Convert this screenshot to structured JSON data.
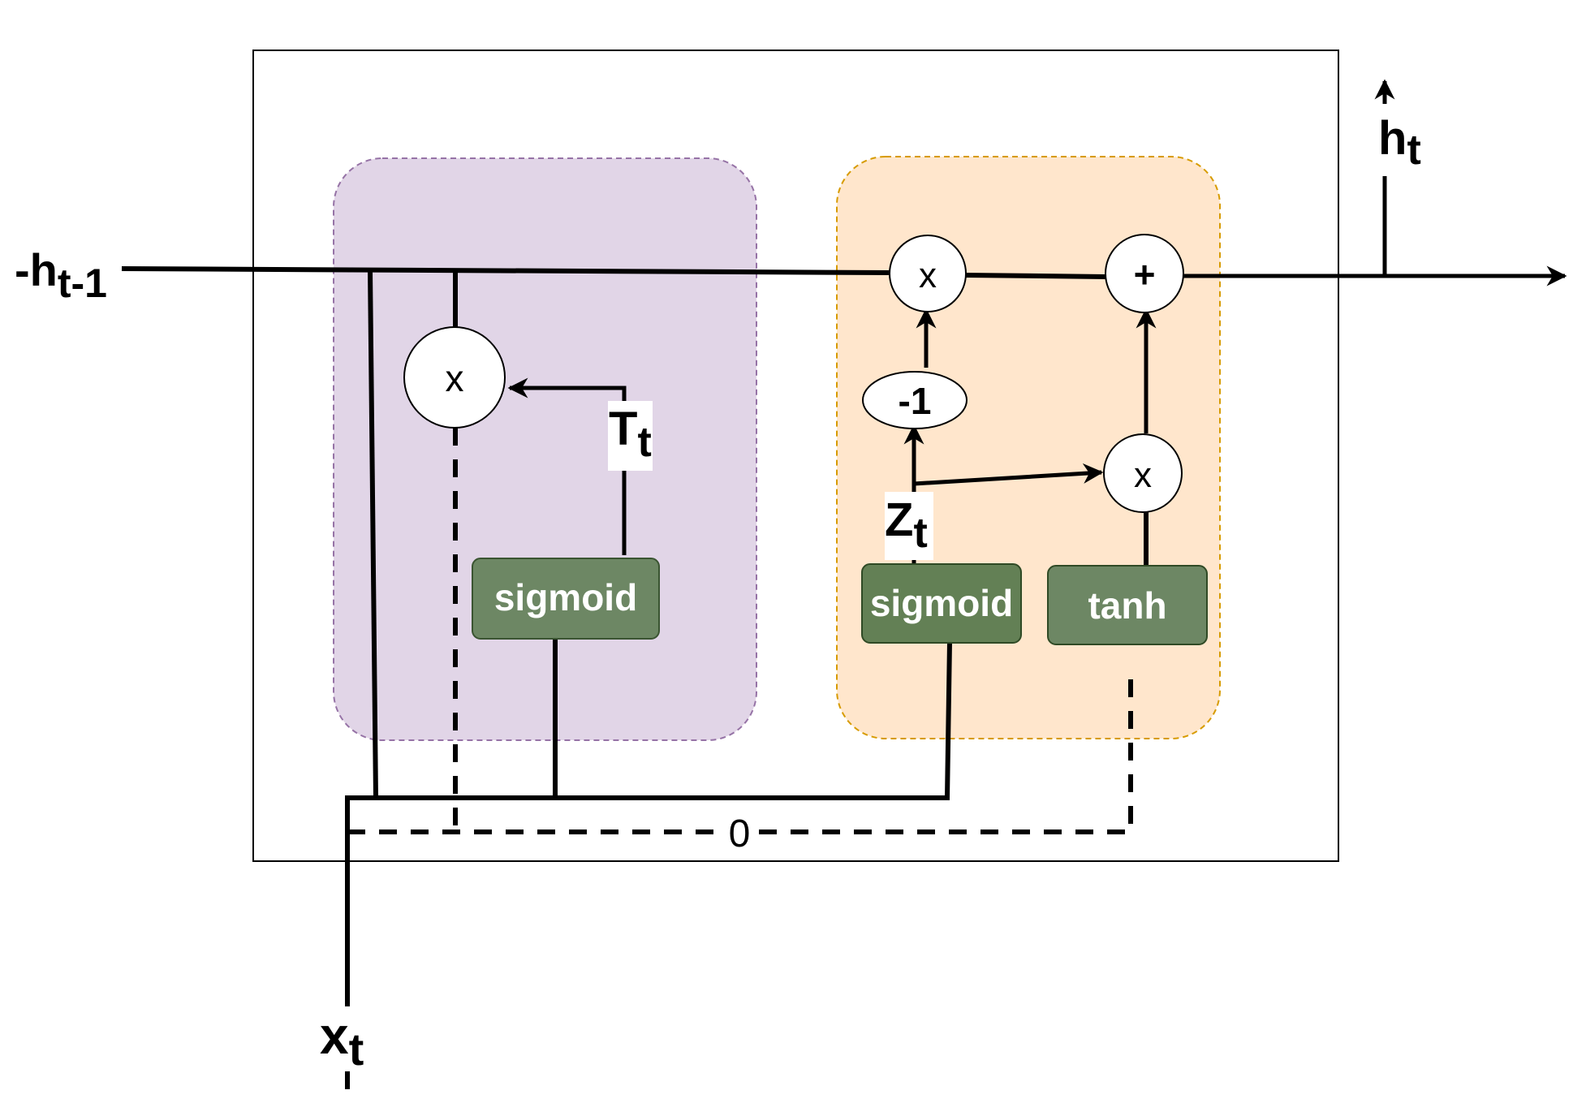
{
  "labels": {
    "h_prev_prefix": "-h",
    "h_prev_sub": "t-1",
    "h_out_main": "h",
    "h_out_sub": "t",
    "x_in_main": "x",
    "x_in_sub": "t",
    "t_gate_main": "T",
    "t_gate_sub": "t",
    "z_gate_main": "Z",
    "z_gate_sub": "t",
    "zero": "0"
  },
  "operators": {
    "mult": "x",
    "plus": "+",
    "neg_one": "-1"
  },
  "gates": {
    "left_sigmoid": "sigmoid",
    "right_sigmoid": "sigmoid",
    "tanh": "tanh"
  },
  "colors": {
    "purple_region": "#e1d5e7",
    "purple_border": "#9673a6",
    "orange_region": "#ffe6cc",
    "orange_border": "#d79b00",
    "gate_fill": "#6d8764",
    "gate_fill_alt": "#638055"
  }
}
